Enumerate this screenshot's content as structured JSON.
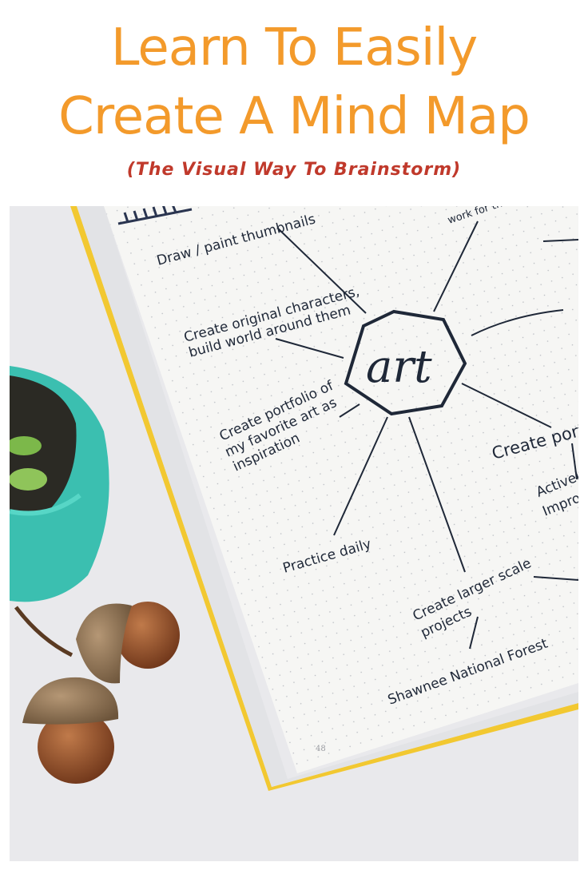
{
  "header": {
    "title_line1": "Learn To Easily",
    "title_line2": "Create A Mind Map",
    "subtitle": "(The Visual Way To Brainstorm)"
  },
  "colors": {
    "title": "#f39a2b",
    "subtitle": "#c0392b",
    "ink": "#1f2838",
    "pot": "#3bbfb0",
    "notebook_edge": "#f2c831"
  },
  "mind_map": {
    "center": "art",
    "notes": {
      "draw": "Draw / paint thumbnails",
      "characters_1": "Create original characters,",
      "characters_2": "build world around them",
      "portfolio_1": "Create portfolio of",
      "portfolio_2": "my favorite art as",
      "portfolio_3": "inspiration",
      "practice": "Practice daily",
      "larger_1": "Create larger scale",
      "larger_2": "projects",
      "shawnee": "Shawnee National Forest",
      "create_port": "Create port",
      "active_1": "Activel",
      "active_2": "Impro",
      "work": "work for them"
    },
    "page_number": "48"
  }
}
